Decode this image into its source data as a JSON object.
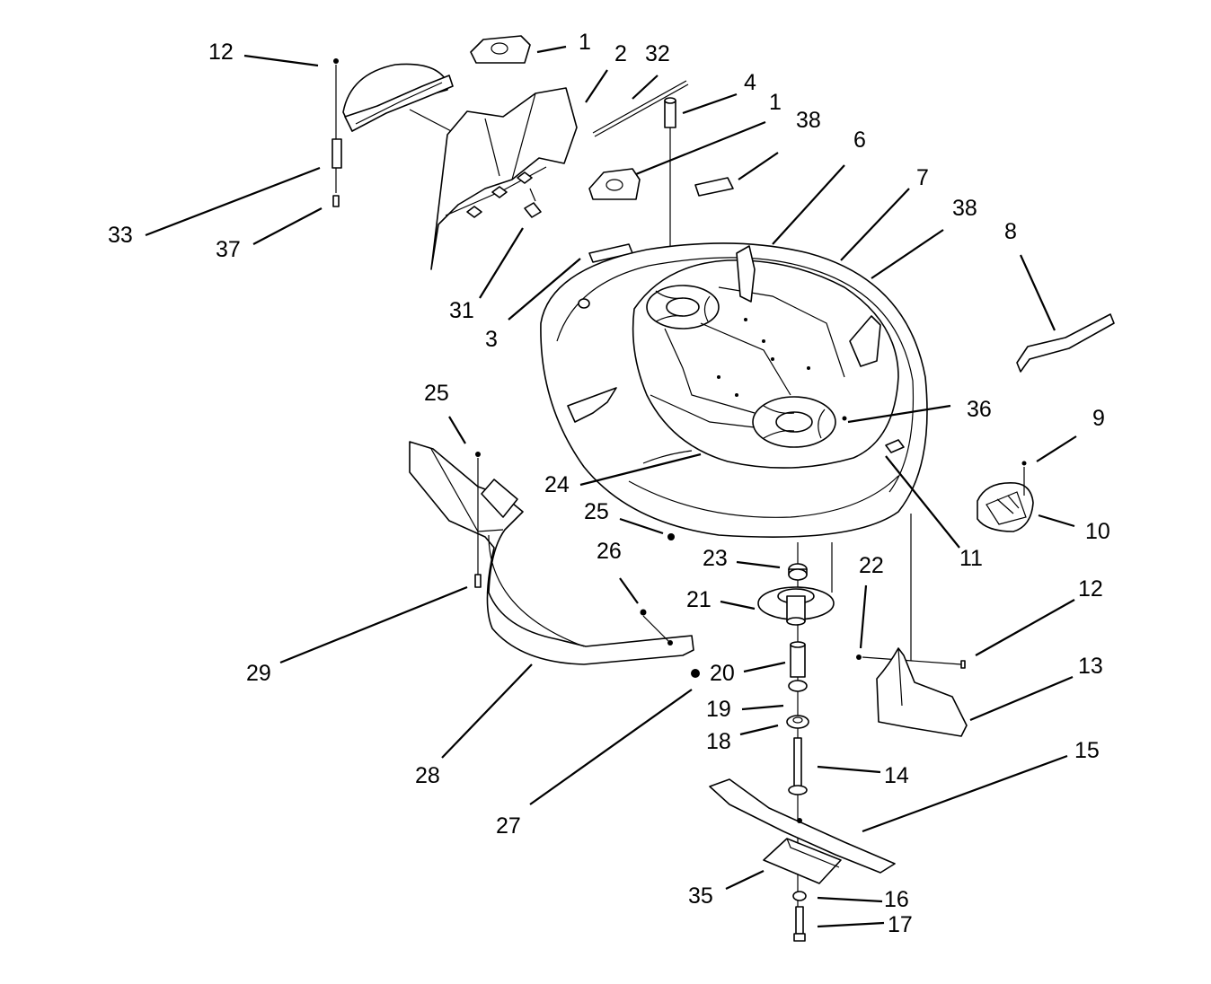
{
  "diagram": {
    "kind": "exploded-parts-view",
    "ink_color": "#000000",
    "background_color": "#ffffff",
    "callouts": [
      {
        "id": "c1a",
        "number": "1"
      },
      {
        "id": "c2",
        "number": "2"
      },
      {
        "id": "c32",
        "number": "32"
      },
      {
        "id": "c4",
        "number": "4"
      },
      {
        "id": "c1b",
        "number": "1"
      },
      {
        "id": "c38a",
        "number": "38"
      },
      {
        "id": "c6",
        "number": "6"
      },
      {
        "id": "c12a",
        "number": "12"
      },
      {
        "id": "c33",
        "number": "33"
      },
      {
        "id": "c37",
        "number": "37"
      },
      {
        "id": "c31",
        "number": "31"
      },
      {
        "id": "c3",
        "number": "3"
      },
      {
        "id": "c7",
        "number": "7"
      },
      {
        "id": "c38b",
        "number": "38"
      },
      {
        "id": "c8",
        "number": "8"
      },
      {
        "id": "c36",
        "number": "36"
      },
      {
        "id": "c9",
        "number": "9"
      },
      {
        "id": "c10",
        "number": "10"
      },
      {
        "id": "c11",
        "number": "11"
      },
      {
        "id": "c24",
        "number": "24"
      },
      {
        "id": "c25a",
        "number": "25"
      },
      {
        "id": "c25b",
        "number": "25"
      },
      {
        "id": "c26",
        "number": "26"
      },
      {
        "id": "c23",
        "number": "23"
      },
      {
        "id": "c22",
        "number": "22"
      },
      {
        "id": "c12b",
        "number": "12"
      },
      {
        "id": "c21",
        "number": "21"
      },
      {
        "id": "c13",
        "number": "13"
      },
      {
        "id": "c29",
        "number": "29"
      },
      {
        "id": "c20",
        "number": "20"
      },
      {
        "id": "c19",
        "number": "19"
      },
      {
        "id": "c18",
        "number": "18"
      },
      {
        "id": "c14",
        "number": "14"
      },
      {
        "id": "c28",
        "number": "28"
      },
      {
        "id": "c15",
        "number": "15"
      },
      {
        "id": "c27",
        "number": "27"
      },
      {
        "id": "c35",
        "number": "35"
      },
      {
        "id": "c16",
        "number": "16"
      },
      {
        "id": "c17",
        "number": "17"
      }
    ]
  }
}
